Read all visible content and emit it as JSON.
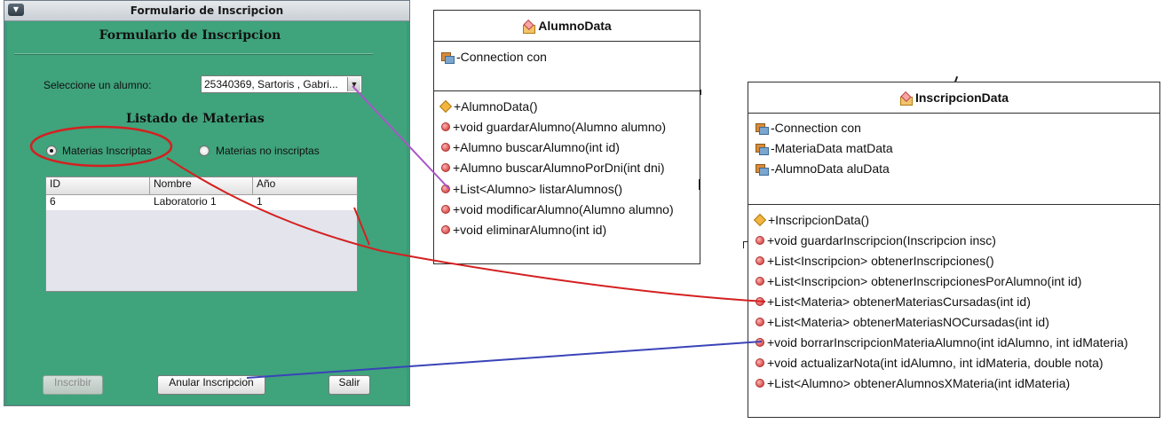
{
  "window": {
    "title": "Formulario de Inscripcion",
    "form_title": "Formulario de Inscripcion",
    "select_label": "Seleccione un alumno:",
    "combo_value": "25340369, Sartoris , Gabri...",
    "list_title": "Listado de Materias",
    "radio_inscriptas": "Materias Inscriptas",
    "radio_no_inscriptas": "Materias no inscriptas",
    "radio_selected": "inscriptas",
    "table": {
      "columns": [
        "ID",
        "Nombre",
        "Año"
      ],
      "rows": [
        [
          "6",
          "Laboratorio 1",
          "1"
        ]
      ]
    },
    "buttons": {
      "inscribir": "Inscribir",
      "anular": "Anular Inscripcion",
      "salir": "Salir"
    }
  },
  "alumno_data": {
    "title": "AlumnoData",
    "fields": [
      "-Connection con"
    ],
    "methods": [
      {
        "kind": "constructor",
        "sig": "+AlumnoData()"
      },
      {
        "kind": "method",
        "sig": "+void guardarAlumno(Alumno alumno)"
      },
      {
        "kind": "method",
        "sig": "+Alumno buscarAlumno(int id)"
      },
      {
        "kind": "method",
        "sig": "+Alumno buscarAlumnoPorDni(int dni)"
      },
      {
        "kind": "method",
        "sig": "+List<Alumno> listarAlumnos()"
      },
      {
        "kind": "method",
        "sig": "+void modificarAlumno(Alumno alumno)"
      },
      {
        "kind": "method",
        "sig": "+void eliminarAlumno(int id)"
      }
    ]
  },
  "inscripcion_data": {
    "title": "InscripcionData",
    "fields": [
      "-Connection con",
      "-MateriaData matData",
      "-AlumnoData aluData"
    ],
    "methods": [
      {
        "kind": "constructor",
        "sig": "+InscripcionData()"
      },
      {
        "kind": "method",
        "sig": "+void guardarInscripcion(Inscripcion insc)"
      },
      {
        "kind": "method",
        "sig": "+List<Inscripcion> obtenerInscripciones()"
      },
      {
        "kind": "method",
        "sig": "+List<Inscripcion> obtenerInscripcionesPorAlumno(int id)"
      },
      {
        "kind": "method",
        "sig": "+List<Materia> obtenerMateriasCursadas(int id)"
      },
      {
        "kind": "method",
        "sig": "+List<Materia> obtenerMateriasNOCursadas(int id)"
      },
      {
        "kind": "method",
        "sig": "+void borrarInscripcionMateriaAlumno(int idAlumno, int idMateria)"
      },
      {
        "kind": "method",
        "sig": "+void actualizarNota(int idAlumno, int idMateria, double nota)"
      },
      {
        "kind": "method",
        "sig": "+List<Alumno> obtenerAlumnosXMateria(int idMateria)"
      }
    ]
  },
  "annotation_colors": {
    "purple": "#a855c8",
    "red": "#d42020",
    "blue": "#3a44b8"
  }
}
